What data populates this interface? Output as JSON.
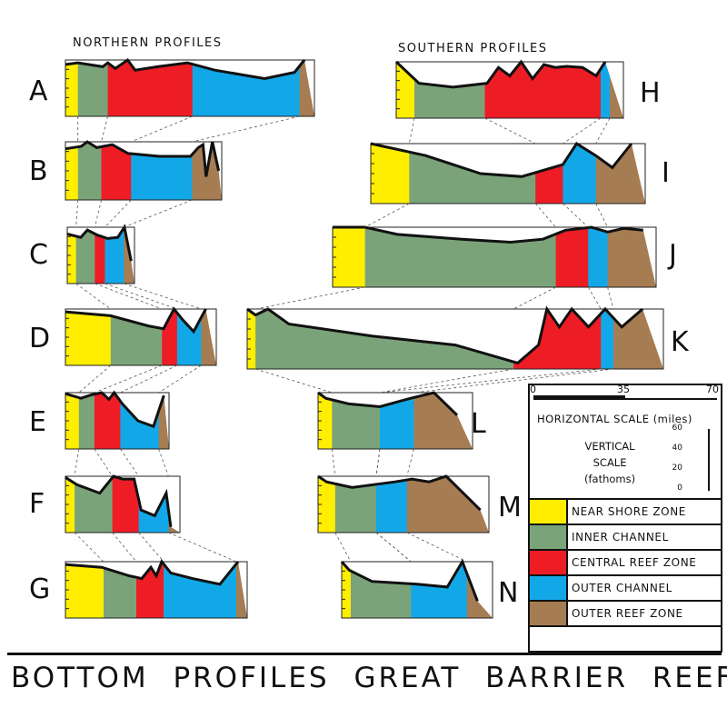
{
  "headings": {
    "northern": "NORTHERN PROFILES",
    "southern": "SOUTHERN PROFILES"
  },
  "title": "BOTTOM PROFILES GREAT BARRIER REEF",
  "zone_colors": {
    "near_shore": "#ffee00",
    "inner_channel": "#7ba37a",
    "central_reef": "#ee1c25",
    "outer_channel": "#12a8e8",
    "outer_reef": "#a67c52"
  },
  "profiles": {
    "northern": [
      {
        "label": "A",
        "zones": {
          "near_shore": 0.05,
          "inner_channel": 0.12,
          "central_reef": 0.34,
          "outer_channel": 0.43,
          "outer_reef": 0.06
        }
      },
      {
        "label": "B",
        "zones": {
          "near_shore": 0.08,
          "inner_channel": 0.15,
          "central_reef": 0.19,
          "outer_channel": 0.39,
          "outer_reef": 0.19
        }
      },
      {
        "label": "C",
        "zones": {
          "near_shore": 0.13,
          "inner_channel": 0.28,
          "central_reef": 0.15,
          "outer_channel": 0.28,
          "outer_reef": 0.16
        }
      },
      {
        "label": "D",
        "zones": {
          "near_shore": 0.3,
          "inner_channel": 0.34,
          "central_reef": 0.1,
          "outer_channel": 0.16,
          "outer_reef": 0.1
        }
      },
      {
        "label": "E",
        "zones": {
          "near_shore": 0.13,
          "inner_channel": 0.15,
          "central_reef": 0.25,
          "outer_channel": 0.37,
          "outer_reef": 0.1
        }
      },
      {
        "label": "F",
        "zones": {
          "near_shore": 0.08,
          "inner_channel": 0.33,
          "central_reef": 0.23,
          "outer_channel": 0.26,
          "outer_reef": 0.1
        }
      },
      {
        "label": "G",
        "zones": {
          "near_shore": 0.21,
          "inner_channel": 0.18,
          "central_reef": 0.15,
          "outer_channel": 0.4,
          "outer_reef": 0.06
        }
      }
    ],
    "southern": [
      {
        "label": "H",
        "zones": {
          "near_shore": 0.08,
          "inner_channel": 0.31,
          "central_reef": 0.51,
          "outer_channel": 0.04,
          "outer_reef": 0.06
        }
      },
      {
        "label": "I",
        "zones": {
          "near_shore": 0.14,
          "inner_channel": 0.46,
          "central_reef": 0.1,
          "outer_channel": 0.12,
          "outer_reef": 0.18
        }
      },
      {
        "label": "J",
        "zones": {
          "near_shore": 0.1,
          "inner_channel": 0.59,
          "central_reef": 0.1,
          "outer_channel": 0.06,
          "outer_reef": 0.15
        }
      },
      {
        "label": "K",
        "zones": {
          "near_shore": 0.02,
          "inner_channel": 0.62,
          "central_reef": 0.21,
          "outer_channel": 0.03,
          "outer_reef": 0.12
        }
      },
      {
        "label": "L",
        "zones": {
          "near_shore": 0.09,
          "inner_channel": 0.31,
          "central_reef": 0,
          "outer_channel": 0.22,
          "outer_reef": 0.38
        }
      },
      {
        "label": "M",
        "zones": {
          "near_shore": 0.1,
          "inner_channel": 0.24,
          "central_reef": 0,
          "outer_channel": 0.18,
          "outer_reef": 0.48
        }
      },
      {
        "label": "N",
        "zones": {
          "near_shore": 0.06,
          "inner_channel": 0.4,
          "central_reef": 0,
          "outer_channel": 0.37,
          "outer_reef": 0.17
        }
      }
    ]
  },
  "scale": {
    "horizontal": {
      "label": "HORIZONTAL SCALE (miles)",
      "ticks": [
        "0",
        "35",
        "70"
      ]
    },
    "vertical": {
      "label_lines": [
        "VERTICAL",
        "SCALE",
        "(fathoms)"
      ],
      "ticks": [
        "60",
        "40",
        "20",
        "0"
      ]
    }
  },
  "legend": [
    {
      "key": "near_shore",
      "label": "NEAR SHORE ZONE"
    },
    {
      "key": "inner_channel",
      "label": "INNER CHANNEL"
    },
    {
      "key": "central_reef",
      "label": "CENTRAL REEF ZONE"
    },
    {
      "key": "outer_channel",
      "label": "OUTER CHANNEL"
    },
    {
      "key": "outer_reef",
      "label": "OUTER REEF ZONE"
    }
  ]
}
